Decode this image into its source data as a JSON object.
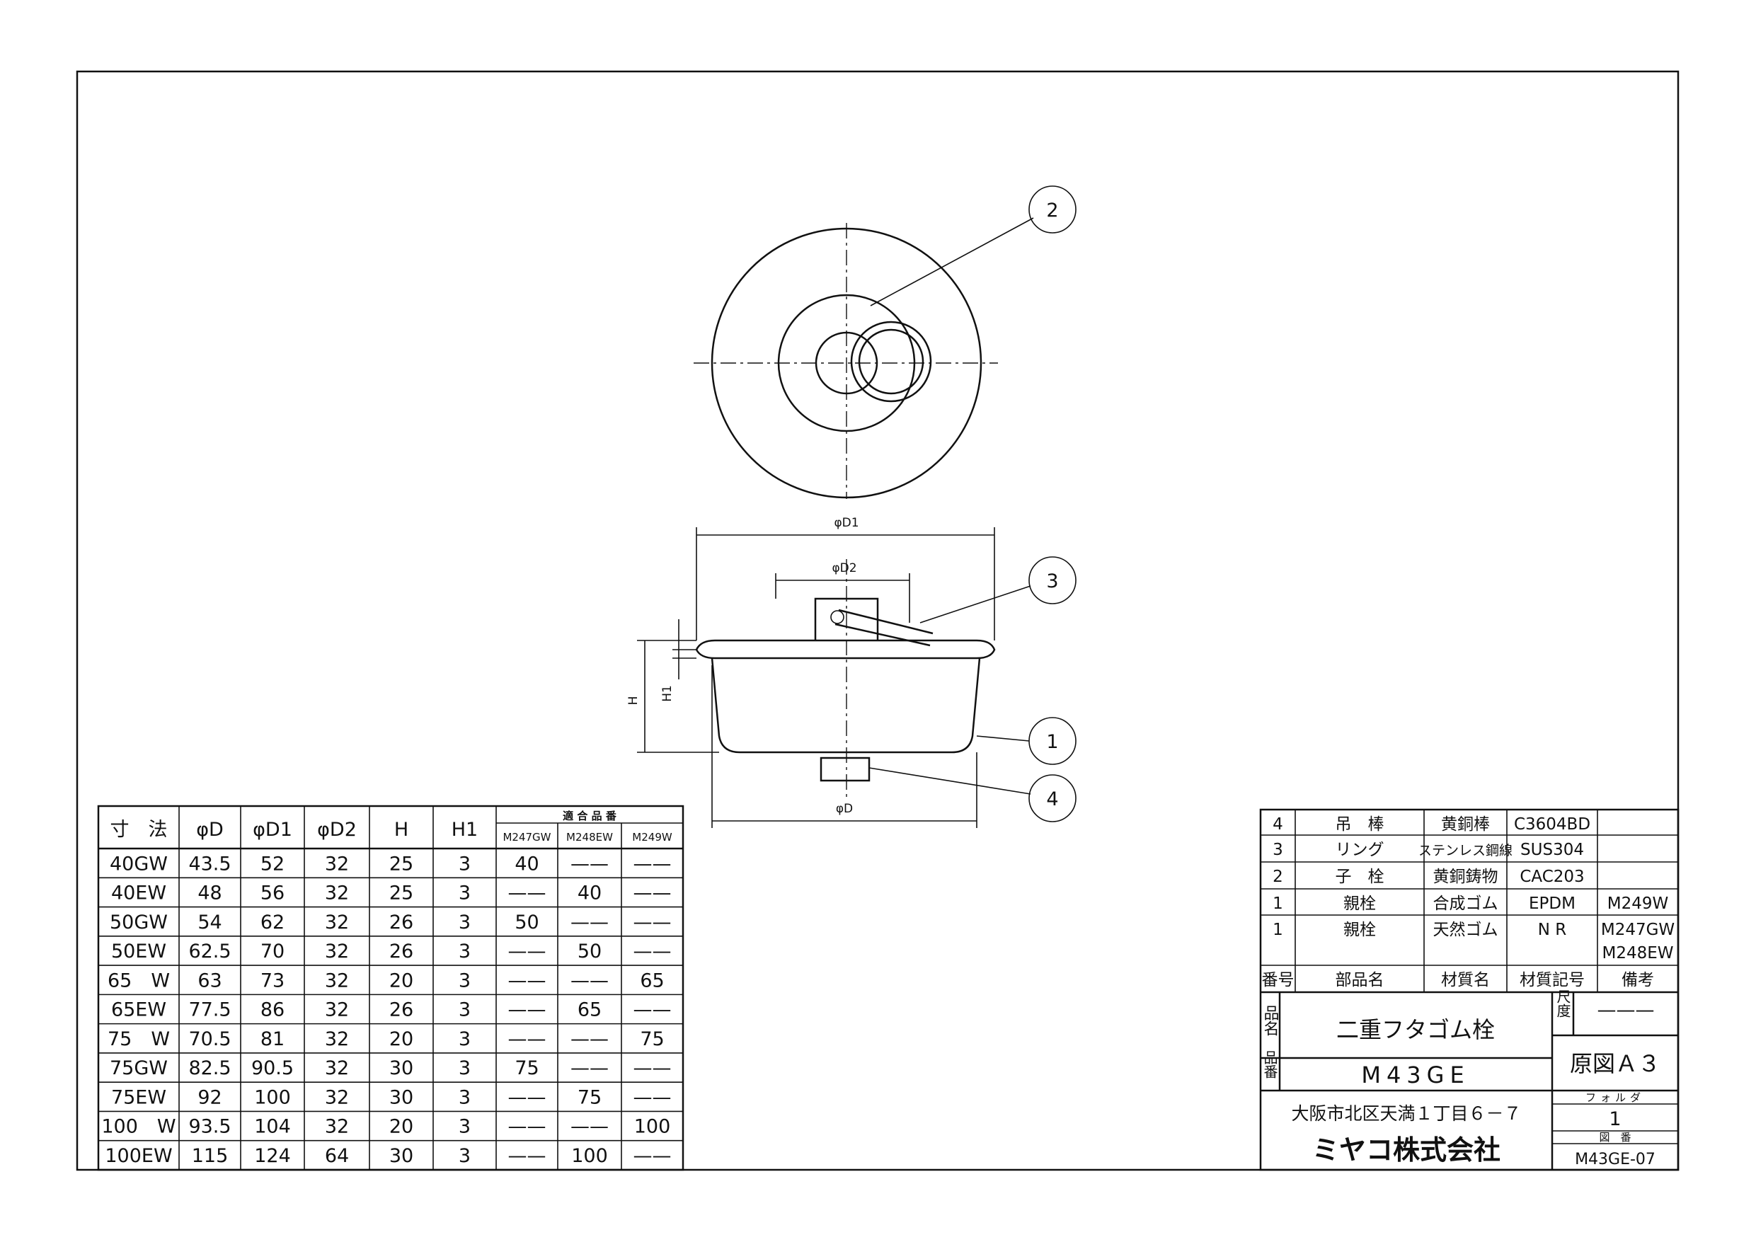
{
  "drawing": {
    "balloons": [
      "1",
      "2",
      "3",
      "4"
    ],
    "dims": {
      "d1": "φD1",
      "d2": "φD2",
      "d": "φD",
      "h": "H",
      "h1": "H1"
    }
  },
  "size_table": {
    "headers": [
      "寸　法",
      "φD",
      "φD1",
      "φD2",
      "H",
      "H1"
    ],
    "group_header": "適 合 品 番",
    "models": [
      "M247GW",
      "M248EW",
      "M249W"
    ],
    "rows": [
      [
        "40GW",
        "43.5",
        "52",
        "32",
        "25",
        "3",
        "40",
        "——",
        "——"
      ],
      [
        "40EW",
        "48",
        "56",
        "32",
        "25",
        "3",
        "——",
        "40",
        "——"
      ],
      [
        "50GW",
        "54",
        "62",
        "32",
        "26",
        "3",
        "50",
        "——",
        "——"
      ],
      [
        "50EW",
        "62.5",
        "70",
        "32",
        "26",
        "3",
        "——",
        "50",
        "——"
      ],
      [
        "65　W",
        "63",
        "73",
        "32",
        "20",
        "3",
        "——",
        "——",
        "65"
      ],
      [
        "65EW",
        "77.5",
        "86",
        "32",
        "26",
        "3",
        "——",
        "65",
        "——"
      ],
      [
        "75　W",
        "70.5",
        "81",
        "32",
        "20",
        "3",
        "——",
        "——",
        "75"
      ],
      [
        "75GW",
        "82.5",
        "90.5",
        "32",
        "30",
        "3",
        "75",
        "——",
        "——"
      ],
      [
        "75EW",
        "92",
        "100",
        "32",
        "30",
        "3",
        "——",
        "75",
        "——"
      ],
      [
        "100　W",
        "93.5",
        "104",
        "32",
        "20",
        "3",
        "——",
        "——",
        "100"
      ],
      [
        "100EW",
        "115",
        "124",
        "64",
        "30",
        "3",
        "——",
        "100",
        "——"
      ]
    ]
  },
  "parts_table": {
    "rows": [
      [
        "4",
        "吊　棒",
        "黄銅棒",
        "C3604BD",
        ""
      ],
      [
        "3",
        "リング",
        "ステンレス鋼線",
        "SUS304",
        ""
      ],
      [
        "2",
        "子　栓",
        "黄銅鋳物",
        "CAC203",
        ""
      ],
      [
        "1",
        "親栓",
        "合成ゴム",
        "EPDM",
        "M249W"
      ],
      [
        "1",
        "親栓",
        "天然ゴム",
        "N R",
        "M247GW",
        "M248EW"
      ]
    ],
    "headers": [
      "番号",
      "部品名",
      "材質名",
      "材質記号",
      "備考"
    ]
  },
  "title_block": {
    "name_label": "品名",
    "name": "二重フタゴム栓",
    "number_label": "品番",
    "number": "M43GE",
    "scale_label": "尺度",
    "scale": "———",
    "original": "原図Ａ３",
    "address": "大阪市北区天満１丁目６－７",
    "company": "ミヤコ株式会社",
    "folder_label": "フォルダ",
    "folder": "1",
    "drawing_no_label": "図　番",
    "drawing_no": "M43GE-07"
  }
}
